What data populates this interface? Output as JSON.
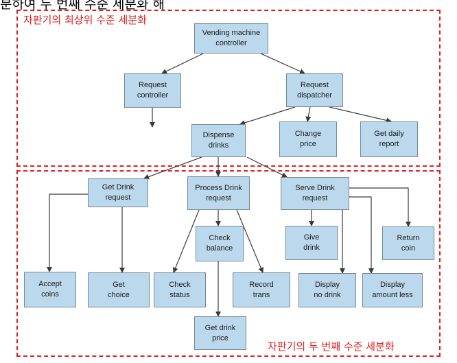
{
  "top_caption": "분하여 두 번째 수준 세분화 해",
  "regions": {
    "top_label": "자판기의 최상위 수준 세분화",
    "bottom_label": "자판기의 두 번째 수준 세분화"
  },
  "nodes": {
    "vending_controller": "Vending machine\ncontroller",
    "request_controller": "Request\ncontroller",
    "request_dispatcher": "Request\ndispatcher",
    "dispense_drinks": "Dispense\ndrinks",
    "change_price": "Change\nprice",
    "get_daily_report": "Get daily\nreport",
    "get_drink_request": "Get Drink\nrequest",
    "process_drink_request": "Process Drink\nrequest",
    "serve_drink_request": "Serve Drink\nrequest",
    "check_balance": "Check\nbalance",
    "give_drink": "Give\ndrink",
    "return_coin": "Return\ncoin",
    "accept_coins": "Accept\ncoins",
    "get_choice": "Get\nchoice",
    "check_status": "Check\nstatus",
    "record_trans": "Record\ntrans",
    "display_no_drink": "Display\nno drink",
    "display_amount_less": "Display\namount less",
    "get_drink_price": "Get drink\nprice"
  },
  "colors": {
    "node_fill": "#bcd8ec",
    "node_border": "#6f8a9a",
    "region_border": "#e02020"
  }
}
